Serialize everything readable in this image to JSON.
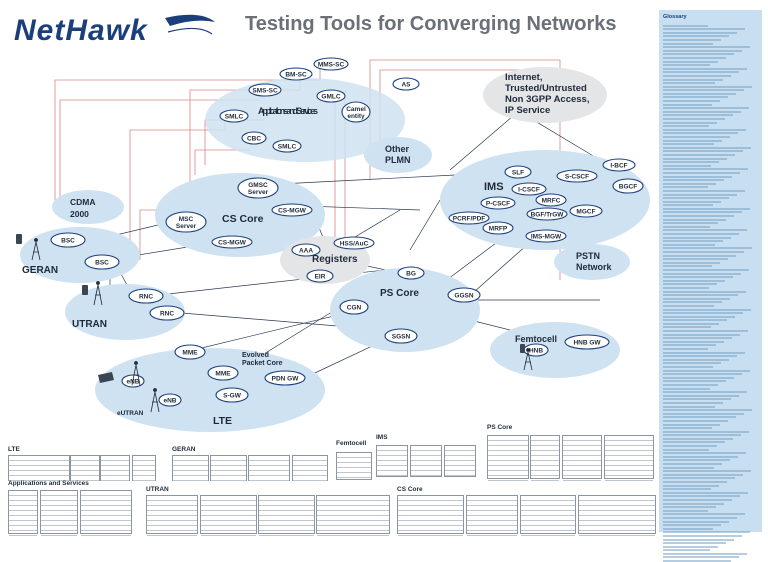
{
  "header": {
    "logo": "NetHawk",
    "title": "Testing Tools for Converging Networks"
  },
  "glossary": {
    "title": "Glossary"
  },
  "networks": {
    "app_services": "Applications and Services",
    "cdma": [
      "CDMA",
      "2000"
    ],
    "geran": "GERAN",
    "utran": "UTRAN",
    "cs_core": "CS Core",
    "registers": "Registers",
    "other_plmn": [
      "Other",
      "PLMN"
    ],
    "internet": [
      "Internet,",
      "Trusted/Untrusted",
      "Non 3GPP Access,",
      "IP Service"
    ],
    "ims": "IMS",
    "pstn": [
      "PSTN",
      "Network"
    ],
    "ps_core": "PS Core",
    "femtocell": "Femtocell",
    "evolved_packet_core": [
      "Evolved",
      "Packet Core"
    ],
    "lte": "LTE",
    "eutran": "eUTRAN"
  },
  "nodes": {
    "bm_sc": "BM-SC",
    "mms_sc": "MMS-SC",
    "as": "AS",
    "sms_sc": "SMS-SC",
    "gmlc": "GMLC",
    "camel": [
      "Camel",
      "entity"
    ],
    "smlc": "SMLC",
    "cbc": "CBC",
    "smlc2": "SMLC",
    "gmsc": [
      "GMSC",
      "Server"
    ],
    "msc": [
      "MSC",
      "Server"
    ],
    "cs_mgw1": "CS-MGW",
    "cs_mgw2": "CS-MGW",
    "bsc1": "BSC",
    "bsc2": "BSC",
    "rnc1": "RNC",
    "rnc2": "RNC",
    "aaa": "AAA",
    "hss": "HSS/AuC",
    "eir": "EIR",
    "slf": "SLF",
    "icscf": "I-CSCF",
    "scscf": "S-CSCF",
    "ibcf": "I-BCF",
    "bgcf": "BGCF",
    "pcscf": "P-CSCF",
    "pcrf": "PCRF/PDF",
    "mrfc": "MRFC",
    "mrfp": "MRFP",
    "bgf": "BGF/TrGW",
    "mgcf": "MGCF",
    "ims_mgw": "IMS-MGW",
    "bg": "BG",
    "cgn": "CGN",
    "ggsn": "GGSN",
    "sgsn": "SGSN",
    "hnb_gw": "HNB GW",
    "hnb": "HNB",
    "mme1": "MME",
    "mme2": "MME",
    "pdn_gw": "PDN GW",
    "s_gw": "S-GW",
    "enb1": "eNB",
    "enb2": "eNB"
  },
  "bottom_sections": {
    "lte": "LTE",
    "geran": "GERAN",
    "femtocell": "Femtocell",
    "ims": "IMS",
    "ps_core": "PS Core",
    "apps": "Applications and Services",
    "utran": "UTRAN",
    "cs_core": "CS Core"
  },
  "colors": {
    "cloud": "#cfe2f1",
    "cloud_grey": "#e4e5e7",
    "node_fill": "#ffffff",
    "node_stroke": "#1b3f7a",
    "line_dark": "#2a3a55",
    "line_red": "#d9868a",
    "glossary_bg": "#c7dff0",
    "accent": "#1b3f7a"
  }
}
